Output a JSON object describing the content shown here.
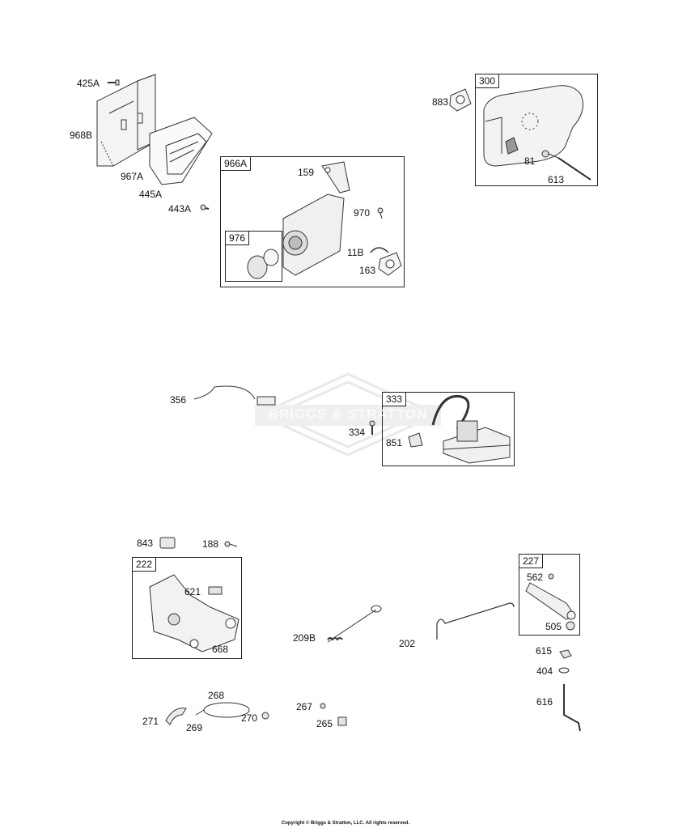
{
  "watermark": "BRIGGS & STRATTON",
  "copyright": "Copyright © Briggs & Stratton, LLC. All rights reserved.",
  "groups": {
    "g966A": "966A",
    "g976": "976",
    "g300": "300",
    "g333": "333",
    "g222": "222",
    "g227": "227"
  },
  "parts": {
    "p425A": "425A",
    "p968B": "968B",
    "p967A": "967A",
    "p445A": "445A",
    "p443A": "443A",
    "p159": "159",
    "p970": "970",
    "p11B": "11B",
    "p163": "163",
    "p883": "883",
    "p81": "81",
    "p613": "613",
    "p356": "356",
    "p334": "334",
    "p851": "851",
    "p843": "843",
    "p188": "188",
    "p621": "621",
    "p668": "668",
    "p209B": "209B",
    "p202": "202",
    "p562": "562",
    "p505": "505",
    "p615": "615",
    "p404": "404",
    "p616": "616",
    "p268": "268",
    "p271": "271",
    "p269": "269",
    "p270": "270",
    "p267": "267",
    "p265": "265"
  }
}
